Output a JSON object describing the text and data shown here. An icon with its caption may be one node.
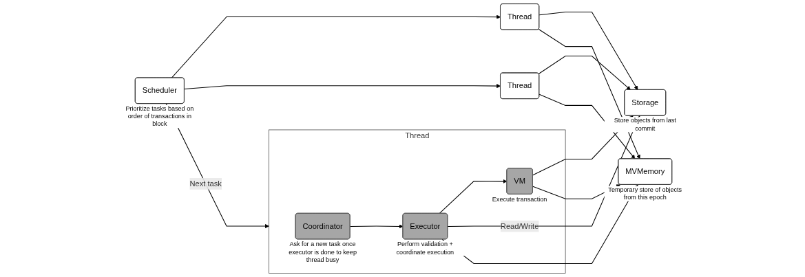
{
  "diagram": {
    "nodes": [
      {
        "text": [
          "Scheduler"
        ],
        "beside": [
          "Prioritize tasks based on order of transactions in block"
        ]
      },
      {
        "text": [
          "Thread"
        ]
      },
      {
        "text": [
          "Coordinator"
        ],
        "in": 1,
        "beside": [
          "Ask for a new task once executor is done to keep thread busy"
        ]
      },
      {
        "text": [
          "Executor"
        ],
        "in": 1,
        "beside": [
          "Perform validation + coordinate execution"
        ]
      },
      {
        "text": [
          "VM"
        ],
        "in": 1,
        "beside": [
          "Execute transaction"
        ]
      },
      {
        "text": [
          "Thread"
        ]
      },
      {
        "text": [
          "Thread"
        ]
      },
      {
        "text": [
          "Storage"
        ],
        "beside": [
          "Store objects from last commit"
        ]
      },
      {
        "text": [
          "MVMemory"
        ],
        "beside": [
          "Temporary store of objects from this epoch"
        ]
      }
    ],
    "edges": [
      {
        "from": 0,
        "to": 1,
        "arrow": "to",
        "label": "Next task"
      },
      {
        "from": 0,
        "to": 5,
        "arrow": "to"
      },
      {
        "from": 0,
        "to": 6,
        "arrow": "to"
      },
      {
        "from": 2,
        "to": 3,
        "arrow": "to"
      },
      {
        "from": 3,
        "to": 4,
        "arrow": "to"
      },
      {
        "from": 3,
        "to": 7,
        "arrow": "to",
        "label": "Read/Write"
      },
      {
        "from": 3,
        "to": 8,
        "arrow": "to"
      },
      {
        "from": 4,
        "to": 7,
        "arrow": "to"
      },
      {
        "from": 4,
        "to": 8,
        "arrow": "to"
      },
      {
        "from": 5,
        "to": 7,
        "arrow": "to"
      },
      {
        "from": 5,
        "to": 8,
        "arrow": "to"
      },
      {
        "from": 6,
        "to": 7,
        "arrow": "to"
      },
      {
        "from": 6,
        "to": 8,
        "arrow": "to"
      }
    ]
  }
}
